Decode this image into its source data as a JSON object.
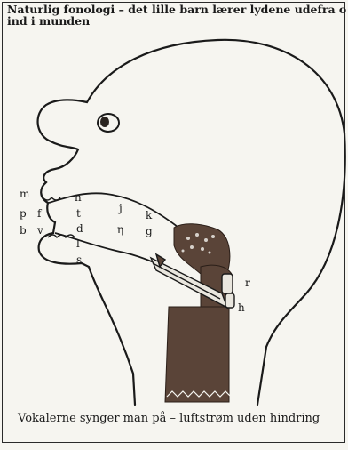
{
  "title": "Naturlig fonologi – det lille barn lærer lydene udefra o\nind i munden",
  "caption": "Vokalerne synger man på – luftstrøm uden hindring",
  "labels": {
    "m": "m",
    "p": "p",
    "b": "b",
    "f": "f",
    "v": "v",
    "n": "n",
    "t": "t",
    "d": "d",
    "l": "l",
    "s": "s",
    "j": "j",
    "eng": "η",
    "k": "k",
    "g": "g",
    "r": "r",
    "h": "h"
  },
  "colors": {
    "ink": "#1a1a1a",
    "throat": "#5a4438",
    "paper": "#f6f5f0"
  }
}
